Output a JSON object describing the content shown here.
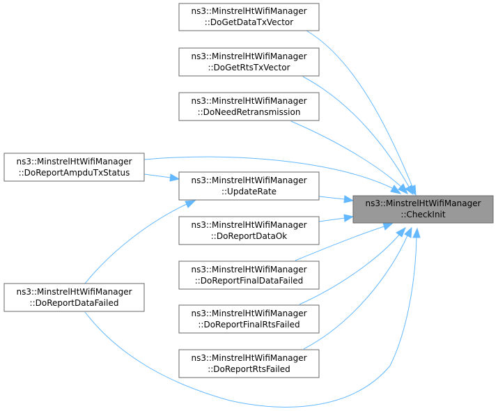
{
  "graph": {
    "target": {
      "line1": "ns3::MinstrelHtWifiManager",
      "line2": "::CheckInit",
      "fill": "#999999"
    },
    "edge_color": "#63b8ff",
    "nodes": [
      {
        "id": "dogetdatatxvector",
        "line1": "ns3::MinstrelHtWifiManager",
        "line2": "::DoGetDataTxVector"
      },
      {
        "id": "dogetrtstxvector",
        "line1": "ns3::MinstrelHtWifiManager",
        "line2": "::DoGetRtsTxVector"
      },
      {
        "id": "doneedretransmission",
        "line1": "ns3::MinstrelHtWifiManager",
        "line2": "::DoNeedRetransmission"
      },
      {
        "id": "doreportampdutxstatus",
        "line1": "ns3::MinstrelHtWifiManager",
        "line2": "::DoReportAmpduTxStatus"
      },
      {
        "id": "updaterate",
        "line1": "ns3::MinstrelHtWifiManager",
        "line2": "::UpdateRate"
      },
      {
        "id": "doreportdataok",
        "line1": "ns3::MinstrelHtWifiManager",
        "line2": "::DoReportDataOk"
      },
      {
        "id": "doreportfinaldatafailed",
        "line1": "ns3::MinstrelHtWifiManager",
        "line2": "::DoReportFinalDataFailed"
      },
      {
        "id": "doreportdatafailed",
        "line1": "ns3::MinstrelHtWifiManager",
        "line2": "::DoReportDataFailed"
      },
      {
        "id": "doreportfinalrtsfailed",
        "line1": "ns3::MinstrelHtWifiManager",
        "line2": "::DoReportFinalRtsFailed"
      },
      {
        "id": "doreportrtsfailed",
        "line1": "ns3::MinstrelHtWifiManager",
        "line2": "::DoReportRtsFailed"
      }
    ],
    "edges": [
      {
        "from": "dogetdatatxvector",
        "to": "checkinit"
      },
      {
        "from": "dogetrtstxvector",
        "to": "checkinit"
      },
      {
        "from": "doneedretransmission",
        "to": "checkinit"
      },
      {
        "from": "doreportampdutxstatus",
        "to": "checkinit"
      },
      {
        "from": "doreportampdutxstatus",
        "to": "updaterate"
      },
      {
        "from": "updaterate",
        "to": "checkinit"
      },
      {
        "from": "doreportdataok",
        "to": "checkinit"
      },
      {
        "from": "doreportfinaldatafailed",
        "to": "checkinit"
      },
      {
        "from": "doreportfinalrtsfailed",
        "to": "checkinit"
      },
      {
        "from": "doreportrtsfailed",
        "to": "checkinit"
      },
      {
        "from": "doreportdatafailed",
        "to": "updaterate"
      },
      {
        "from": "doreportdatafailed",
        "to": "checkinit"
      }
    ]
  }
}
